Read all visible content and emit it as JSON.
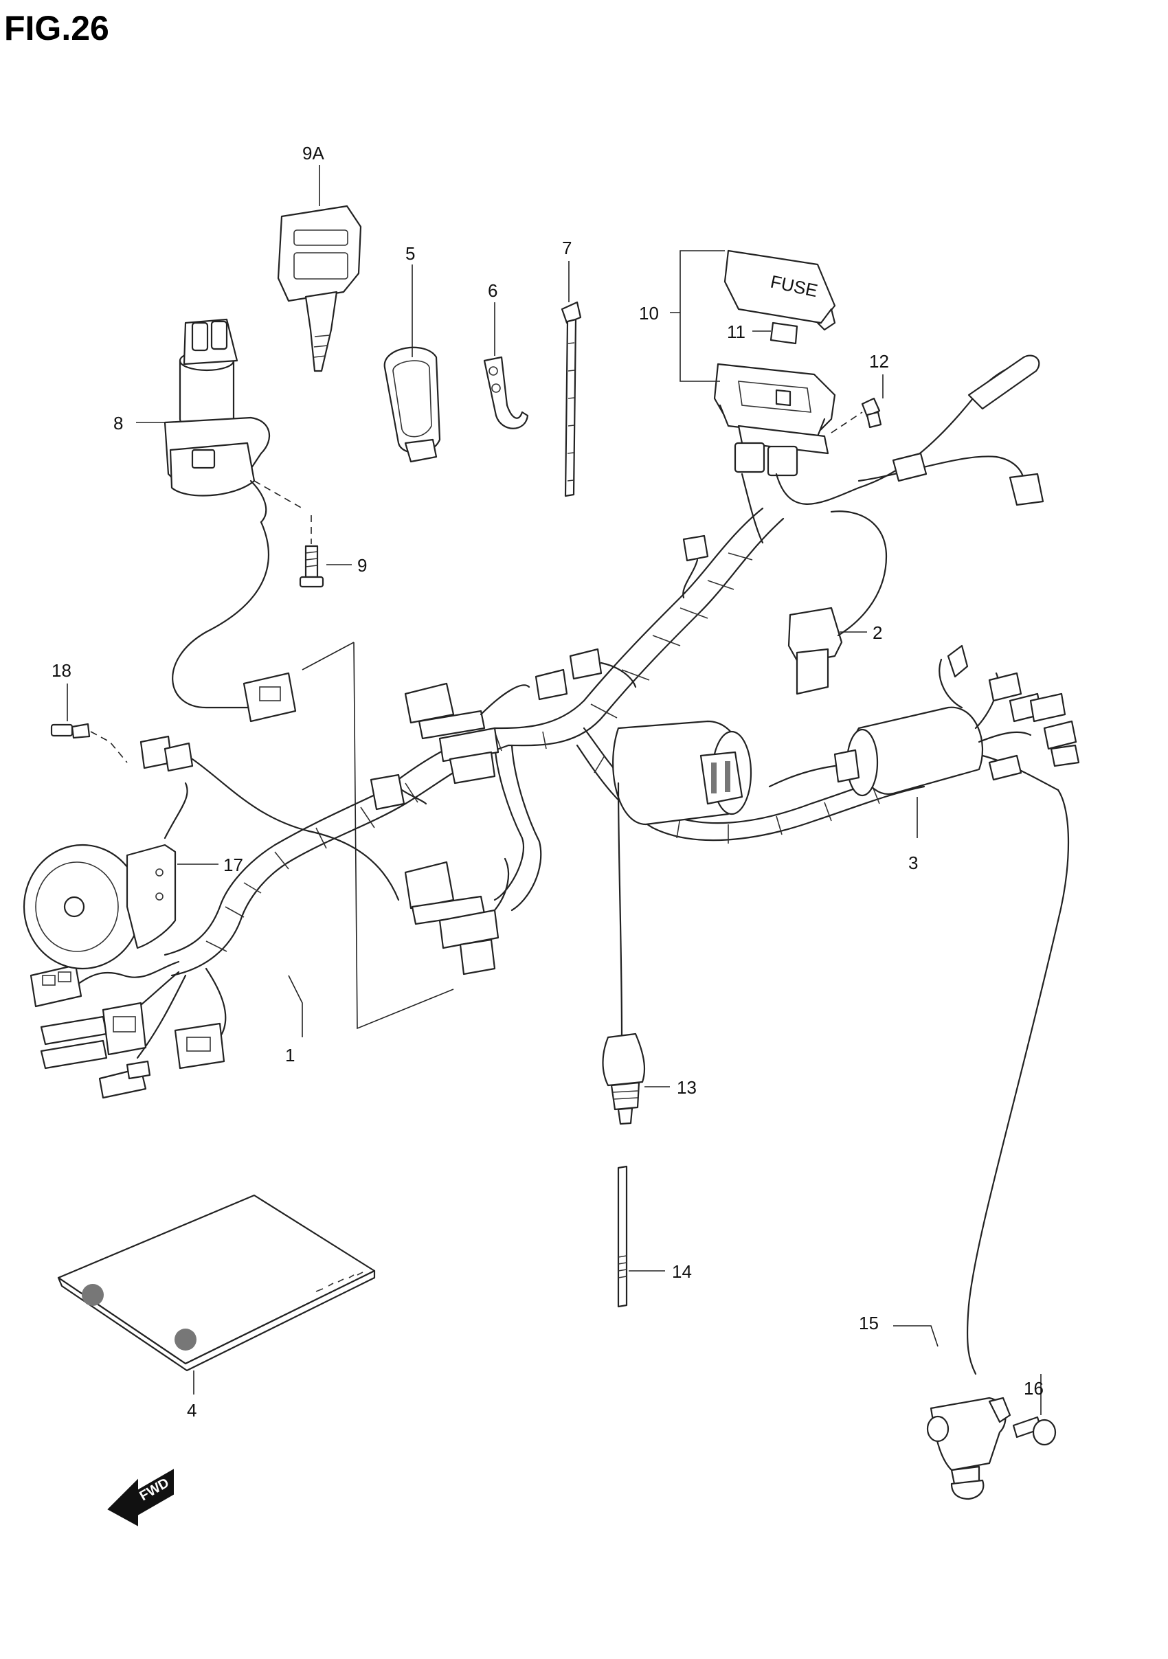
{
  "figure": {
    "title": "FIG.26"
  },
  "callouts": {
    "c1": "1",
    "c2": "2",
    "c3": "3",
    "c4": "4",
    "c5": "5",
    "c6": "6",
    "c7": "7",
    "c8": "8",
    "c9": "9",
    "c9a": "9A",
    "c10": "10",
    "c11": "11",
    "c12": "12",
    "c13": "13",
    "c14": "14",
    "c15": "15",
    "c16": "16",
    "c17": "17",
    "c18": "18"
  },
  "fuse_box_lid": {
    "label": "FUSE"
  },
  "direction_arrow": {
    "label": "FWD"
  }
}
